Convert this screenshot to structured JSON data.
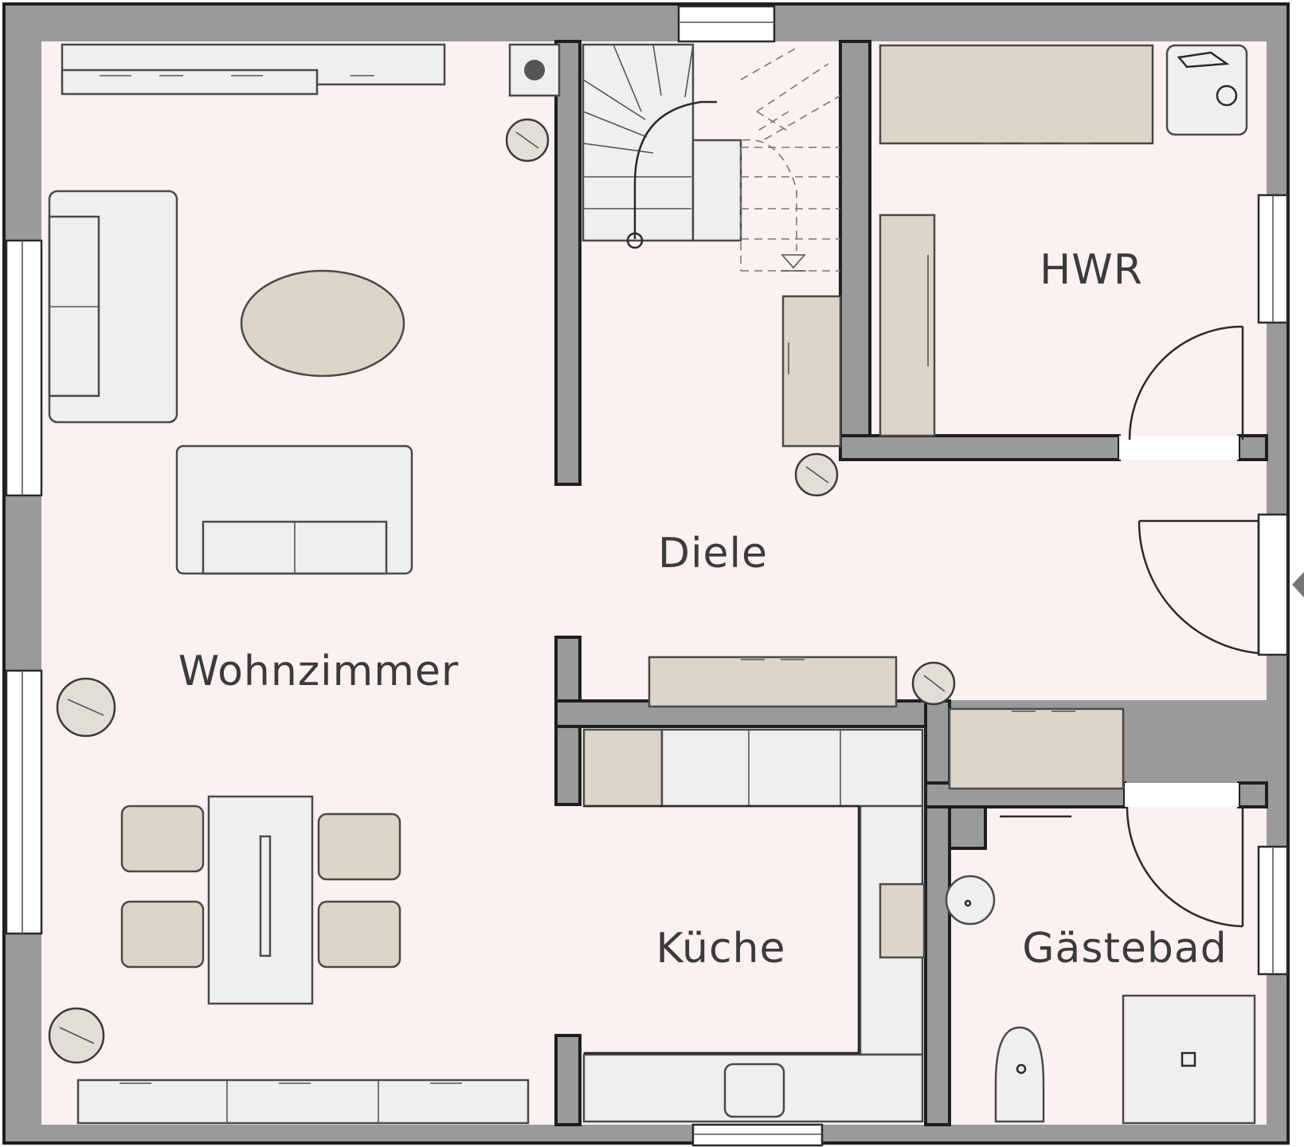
{
  "rooms": {
    "wohnzimmer": "Wohnzimmer",
    "diele": "Diele",
    "hwr": "HWR",
    "kueche": "Küche",
    "gaestebad": "Gästebad"
  },
  "colors": {
    "wall": "#9a9a9c",
    "floor": "#fbf1f1",
    "furniture": "#e9e5e0",
    "furniture_beige": "#ddd5c8",
    "outline": "#1e1e1e"
  }
}
